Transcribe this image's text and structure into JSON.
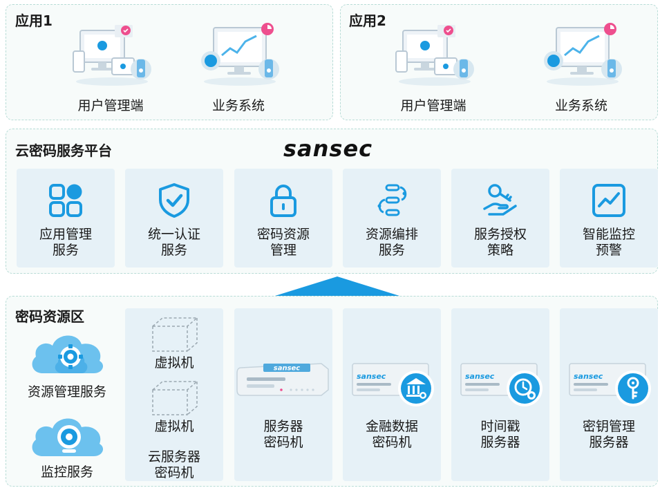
{
  "apps": [
    {
      "title": "应用1",
      "items": [
        {
          "label": "用户管理端"
        },
        {
          "label": "业务系统"
        }
      ]
    },
    {
      "title": "应用2",
      "items": [
        {
          "label": "用户管理端"
        },
        {
          "label": "业务系统"
        }
      ]
    }
  ],
  "platform": {
    "title": "云密码服务平台",
    "logo": "sansec",
    "services": [
      {
        "line1": "应用管理",
        "line2": "服务",
        "icon": "grid-icon"
      },
      {
        "line1": "统一认证",
        "line2": "服务",
        "icon": "shield-check-icon"
      },
      {
        "line1": "密码资源",
        "line2": "管理",
        "icon": "lock-icon"
      },
      {
        "line1": "资源编排",
        "line2": "服务",
        "icon": "flow-icon"
      },
      {
        "line1": "服务授权",
        "line2": "策略",
        "icon": "key-hand-icon"
      },
      {
        "line1": "智能监控",
        "line2": "预警",
        "icon": "chart-icon"
      }
    ]
  },
  "resources": {
    "title": "密码资源区",
    "left": [
      {
        "label": "资源管理服务",
        "icon": "gear-cloud-icon"
      },
      {
        "label": "监控服务",
        "icon": "camera-cloud-icon"
      }
    ],
    "cloud_server": {
      "vm1": "虚拟机",
      "vm2": "虚拟机",
      "line1": "云服务器",
      "line2": "密码机"
    },
    "devices": [
      {
        "line1": "服务器",
        "line2": "密码机",
        "brand": "sansec",
        "icon": "server-device-icon"
      },
      {
        "line1": "金融数据",
        "line2": "密码机",
        "brand": "sansec",
        "icon": "bank-icon"
      },
      {
        "line1": "时间戳",
        "line2": "服务器",
        "brand": "sansec",
        "icon": "clock-icon"
      },
      {
        "line1": "密钥管理",
        "line2": "服务器",
        "brand": "sansec",
        "icon": "key-icon"
      }
    ]
  },
  "colors": {
    "accent": "#1a9ae0",
    "panel_border": "#b7dcd6",
    "card_bg": "#e6f1f7"
  }
}
